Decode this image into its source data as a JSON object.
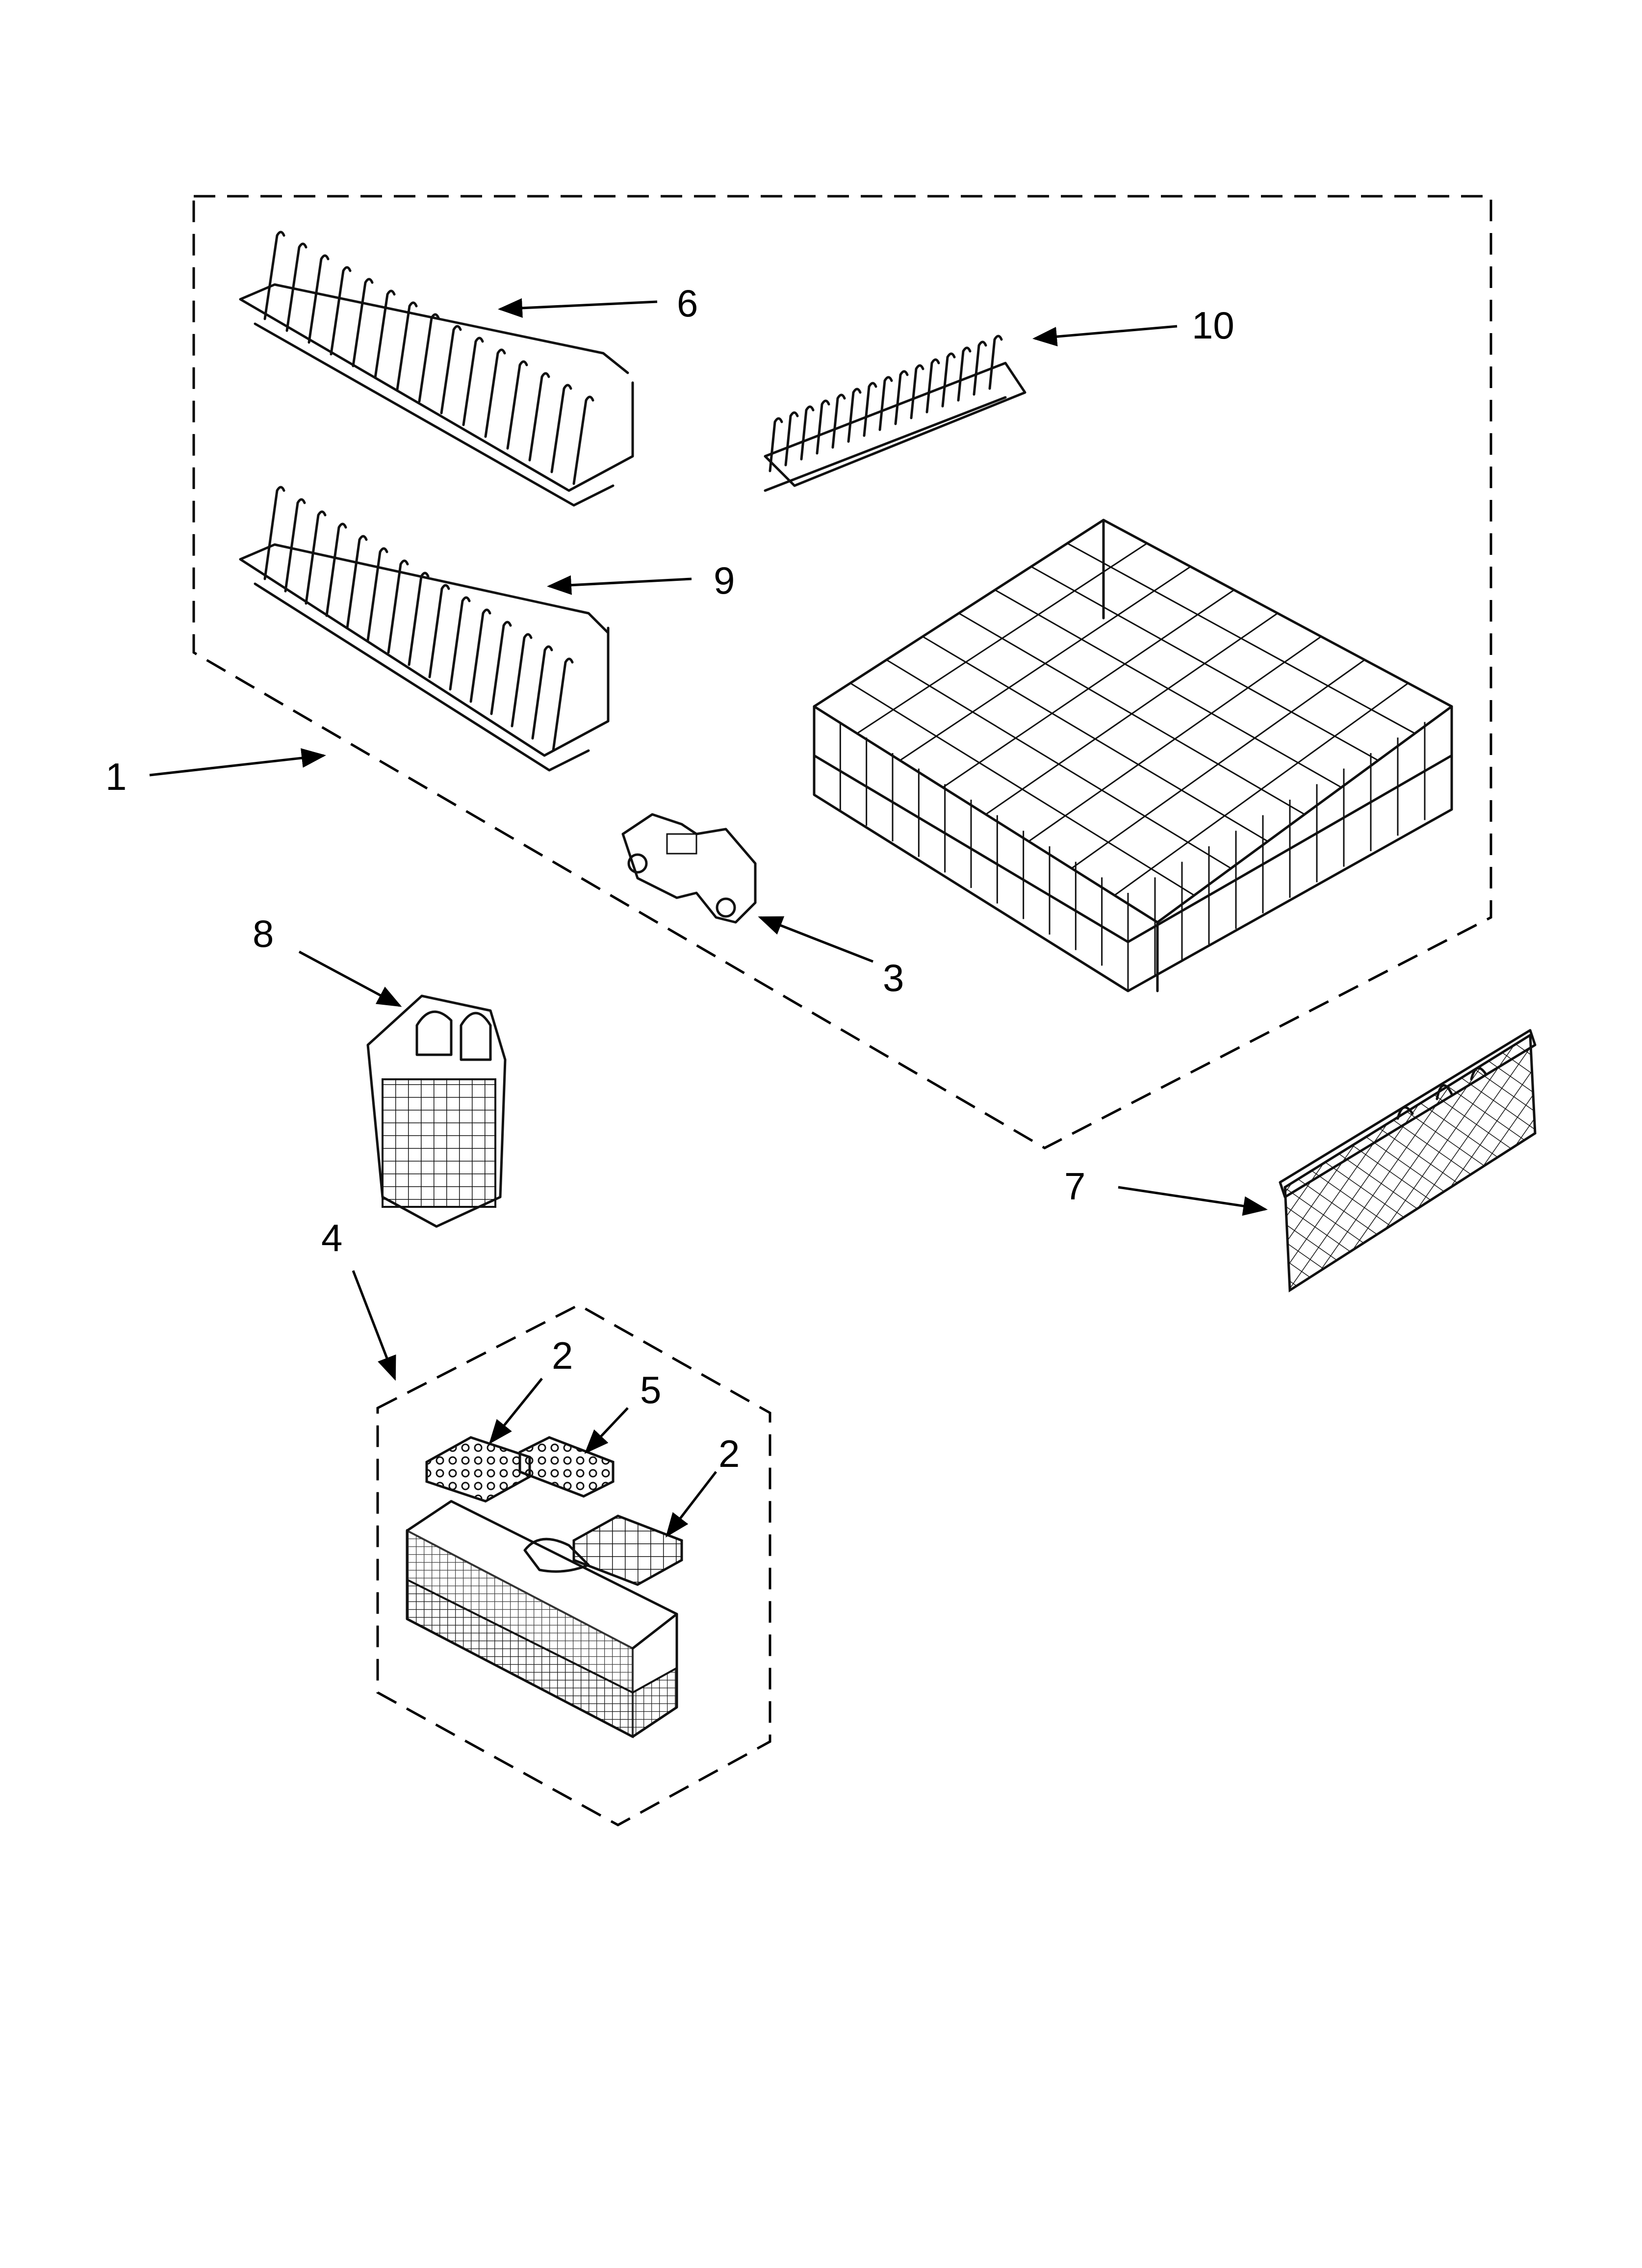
{
  "diagram": {
    "callouts": [
      {
        "id": "c1",
        "label": "1"
      },
      {
        "id": "c2a",
        "label": "2"
      },
      {
        "id": "c2b",
        "label": "2"
      },
      {
        "id": "c3",
        "label": "3"
      },
      {
        "id": "c4",
        "label": "4"
      },
      {
        "id": "c5",
        "label": "5"
      },
      {
        "id": "c6",
        "label": "6"
      },
      {
        "id": "c7",
        "label": "7"
      },
      {
        "id": "c8",
        "label": "8"
      },
      {
        "id": "c9",
        "label": "9"
      },
      {
        "id": "c10",
        "label": "10"
      }
    ]
  }
}
